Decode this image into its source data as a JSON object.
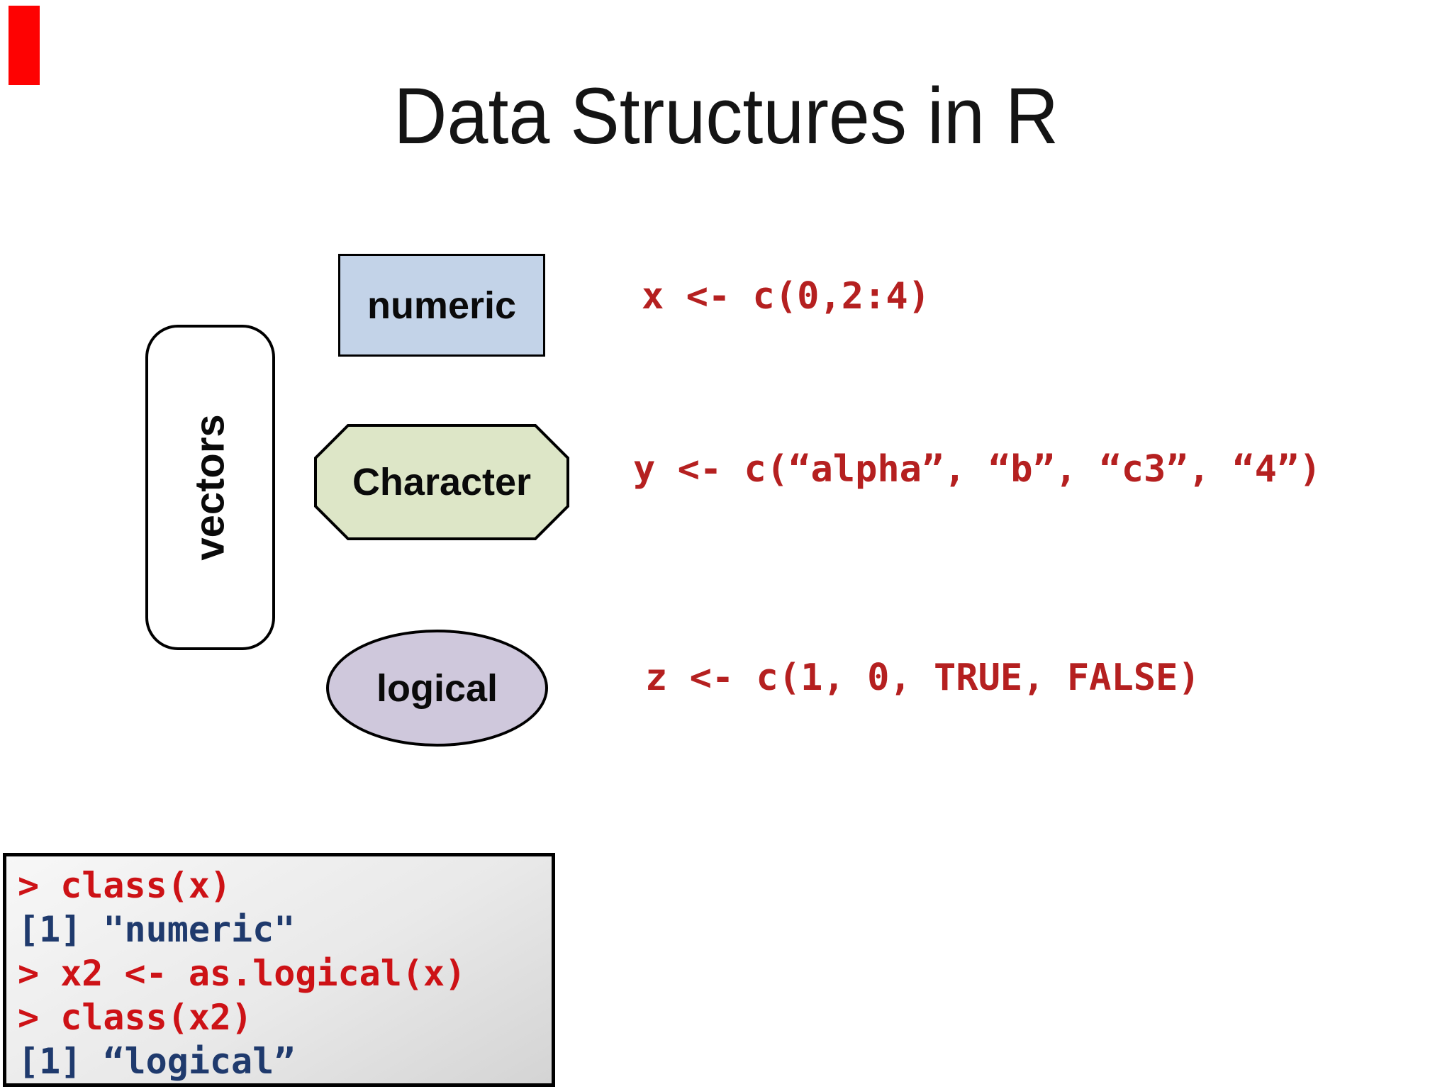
{
  "slide": {
    "title": "Data Structures in R",
    "recording_indicator_color": "#fe0202",
    "vectors_group": {
      "label": "vectors"
    },
    "shapes": {
      "numeric": {
        "label": "numeric",
        "type": "rectangle",
        "fill": "#c3d3e8"
      },
      "character": {
        "label": "Character",
        "type": "octagon",
        "fill": "#dde6c7"
      },
      "logical": {
        "label": "logical",
        "type": "ellipse",
        "fill": "#cfc8dc"
      }
    },
    "code": {
      "color": "#b52020",
      "lines": {
        "x": "x <- c(0,2:4)",
        "y": "y <- c(“alpha”, “b”, “c3”, “4”)",
        "z": "z <- c(1, 0, TRUE, FALSE)"
      }
    },
    "console": {
      "input_color": "#cd1216",
      "output_color": "#1f3a6d",
      "lines": [
        {
          "text": "> class(x)",
          "type": "input"
        },
        {
          "text": "[1] \"numeric\"",
          "type": "output"
        },
        {
          "text": "> x2 <- as.logical(x)",
          "type": "input"
        },
        {
          "text": "> class(x2)",
          "type": "input"
        },
        {
          "text": "[1] “logical”",
          "type": "output"
        }
      ]
    }
  }
}
